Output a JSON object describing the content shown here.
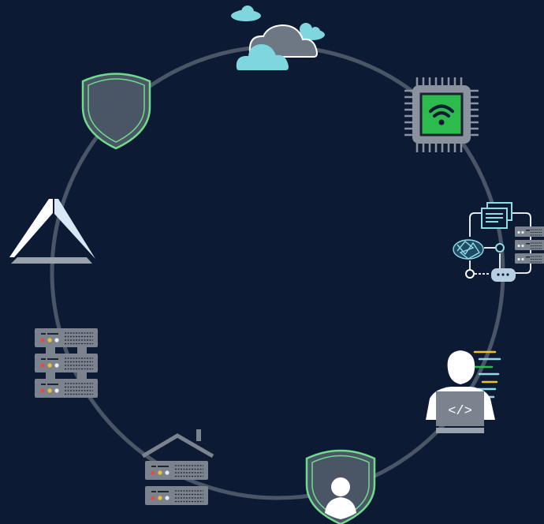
{
  "colors": {
    "background": "#0c1b33",
    "ring": "#4a5566",
    "cloud_light": "#7fd6df",
    "cloud_gray": "#6e7784",
    "shield_fill": "#4a5566",
    "shield_glow": "#6fdc8c",
    "chip_gray": "#8a929e",
    "chip_green": "#2dbb4e",
    "server_gray": "#7b838f",
    "led_red": "#e8484a",
    "led_yellow": "#f0c12a",
    "led_white": "#e8ecef",
    "diagram_line": "#8fdde4",
    "developer_white": "#ffffff",
    "code_line_colors": [
      "#f0c12a",
      "#8fdde4",
      "#2dbb4e",
      "#8fdde4",
      "#f0c12a",
      "#8fdde4",
      "#8fdde4"
    ]
  },
  "diagram": {
    "nodes": [
      {
        "id": "cloud",
        "icon": "cloud-cluster-icon"
      },
      {
        "id": "iot-chip",
        "icon": "wifi-chip-icon"
      },
      {
        "id": "ai-data",
        "icon": "neural-network-data-icon"
      },
      {
        "id": "developer",
        "icon": "developer-icon",
        "code_label": "</>"
      },
      {
        "id": "user-security",
        "icon": "user-shield-icon"
      },
      {
        "id": "home-server",
        "icon": "home-server-icon"
      },
      {
        "id": "server-rack",
        "icon": "server-rack-icon"
      },
      {
        "id": "edge-triangle",
        "icon": "triangle-logo-icon"
      },
      {
        "id": "security-shield",
        "icon": "shield-icon"
      }
    ]
  }
}
